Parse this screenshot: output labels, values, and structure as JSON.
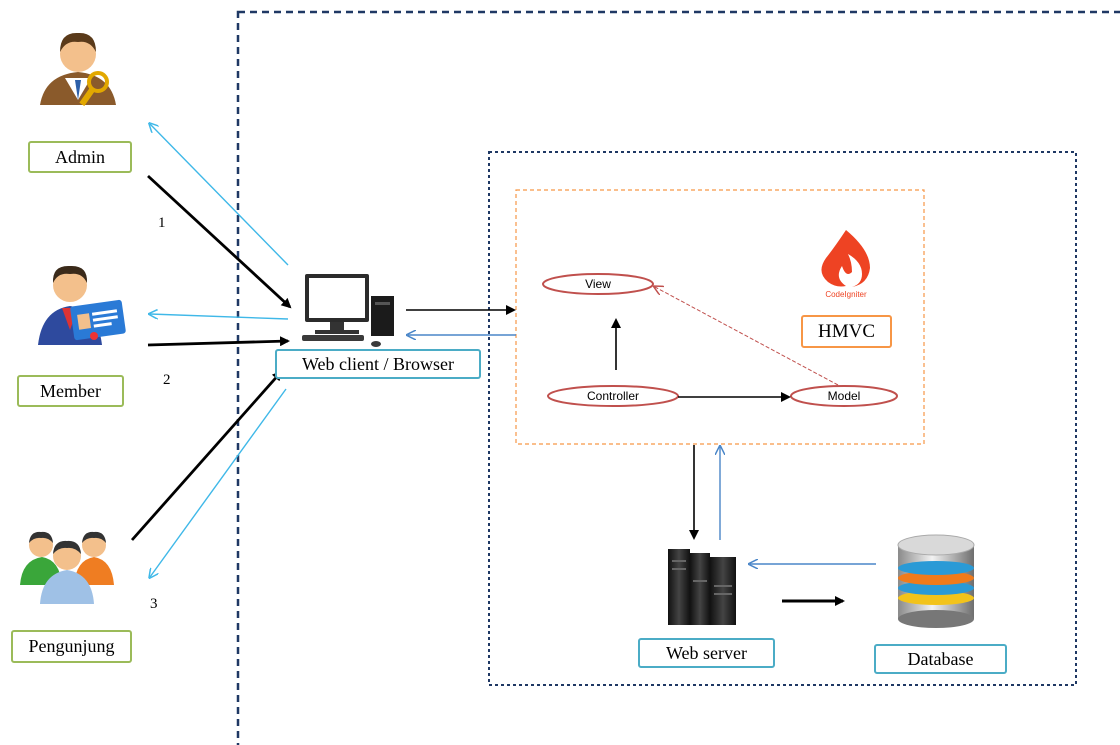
{
  "actors": {
    "admin": "Admin",
    "member": "Member",
    "pengunjung": "Pengunjung"
  },
  "steps": [
    "1",
    "2",
    "3"
  ],
  "client": {
    "label": "Web client / Browser"
  },
  "framework": {
    "logo_text": "CodeIgniter",
    "label": "HMVC"
  },
  "mvc": {
    "view": "View",
    "controller": "Controller",
    "model": "Model"
  },
  "server": {
    "label": "Web server"
  },
  "database": {
    "label": "Database"
  },
  "colors": {
    "request_arrow": "#000000",
    "response_arrow": "#4a86c8",
    "light_arrow": "#3fb8e8",
    "mvc_ellipse": "#c0504d"
  }
}
